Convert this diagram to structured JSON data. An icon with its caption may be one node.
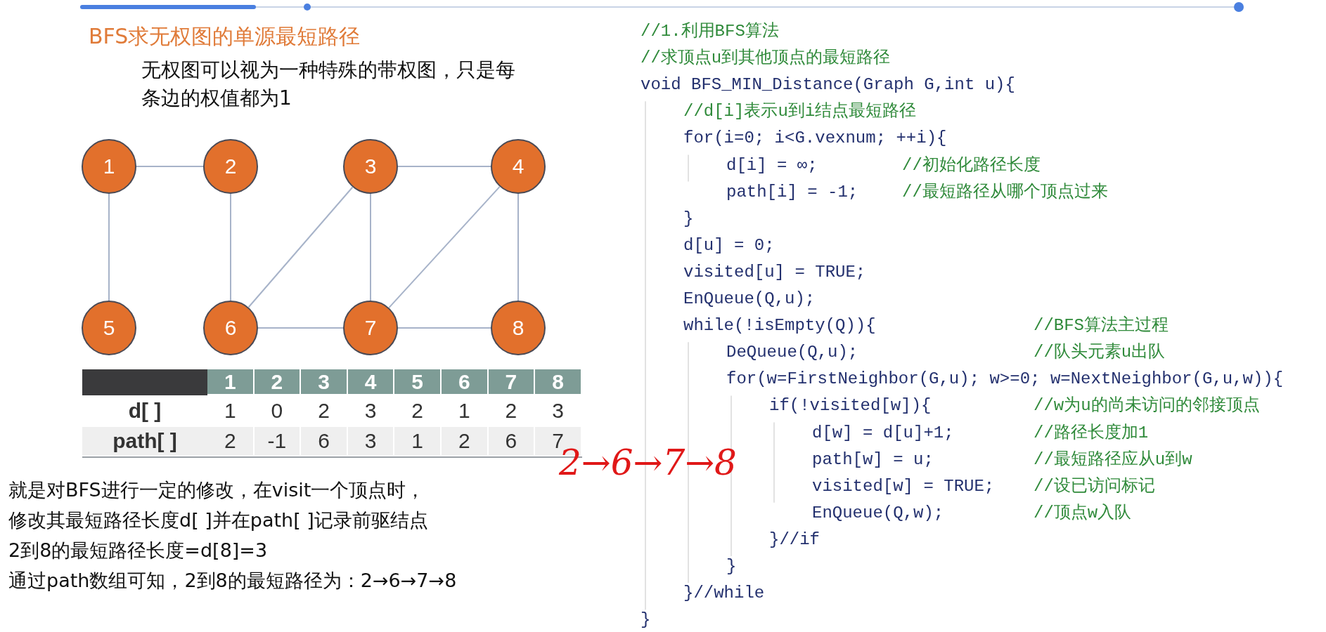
{
  "diagram": {
    "title": "BFS求无权图的单源最短路径",
    "nodes": [
      {
        "text": [
          "1"
        ]
      },
      {
        "text": [
          "2"
        ]
      },
      {
        "text": [
          "3"
        ]
      },
      {
        "text": [
          "4"
        ]
      },
      {
        "text": [
          "5"
        ]
      },
      {
        "text": [
          "6"
        ]
      },
      {
        "text": [
          "7"
        ]
      },
      {
        "text": [
          "8"
        ]
      }
    ],
    "edges": [
      {
        "from": 0,
        "to": 1,
        "arrow": "none"
      },
      {
        "from": 0,
        "to": 4,
        "arrow": "none"
      },
      {
        "from": 1,
        "to": 5,
        "arrow": "none"
      },
      {
        "from": 2,
        "to": 3,
        "arrow": "none"
      },
      {
        "from": 2,
        "to": 5,
        "arrow": "none"
      },
      {
        "from": 2,
        "to": 6,
        "arrow": "none"
      },
      {
        "from": 3,
        "to": 6,
        "arrow": "none"
      },
      {
        "from": 3,
        "to": 7,
        "arrow": "none"
      },
      {
        "from": 5,
        "to": 6,
        "arrow": "none"
      },
      {
        "from": 6,
        "to": 7,
        "arrow": "none"
      }
    ],
    "labels": [
      "无权图可以视为一种特殊的带权图，只是每条边的权值都为1",
      "1",
      "2",
      "3",
      "4",
      "5",
      "6",
      "7",
      "8",
      "d[ ]",
      "1",
      "0",
      "2",
      "3",
      "2",
      "1",
      "2",
      "3",
      "path[ ]",
      "2",
      "-1",
      "6",
      "3",
      "1",
      "2",
      "6",
      "7",
      "2→6→7→8",
      "就是对BFS进行一定的修改，在visit一个顶点时，",
      "修改其最短路径长度d[ ]并在path[ ]记录前驱结点",
      "2到8的最短路径长度=d[8]=3",
      "通过path数组可知，2到8的最短路径为：2→6→7→8",
      "//1.利用BFS算法",
      "//求顶点u到其他顶点的最短路径",
      "void BFS_MIN_Distance(Graph G,int u){",
      "//d[i]表示u到i结点最短路径",
      "for(i=0; i<G.vexnum; ++i){",
      "d[i] = ∞;",
      "//初始化路径长度",
      "path[i] = -1;",
      "//最短路径从哪个顶点过来",
      "}",
      "d[u] = 0;",
      "visited[u] = TRUE;",
      "EnQueue(Q,u);",
      "while(!isEmpty(Q)){",
      "//BFS算法主过程",
      "DeQueue(Q,u);",
      "//队头元素u出队",
      "for(w=FirstNeighbor(G,u); w>=0; w=NextNeighbor(G,u,w)){",
      "if(!visited[w]){",
      "//w为u的尚未访问的邻接顶点",
      "d[w] = d[u]+1;",
      "//路径长度加1",
      "path[w] = u;",
      "//最短路径应从u到w",
      "visited[w] = TRUE;",
      "//设已访问标记",
      "EnQueue(Q,w);",
      "//顶点w入队",
      "}//if",
      "}",
      "}//while",
      "}"
    ]
  }
}
